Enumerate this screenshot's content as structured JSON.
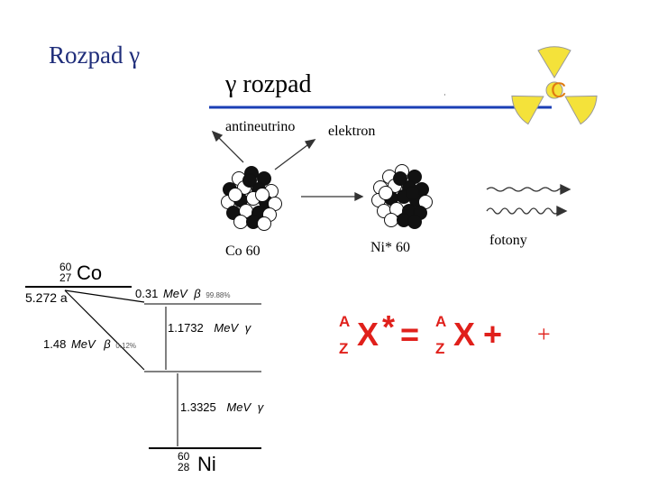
{
  "slide_title": "Rozpad γ",
  "panel_title": "γ rozpad",
  "labels": {
    "antineutrino": "antineutrino",
    "elektron": "elektron",
    "fotony": "fotony",
    "co60": "Co 60",
    "ni60": "Ni* 60"
  },
  "colors": {
    "title_blue": "#1f2d7a",
    "rule_blue": "#1b3fb5",
    "equation_red": "#e0201b",
    "radiation_yellow": "#f4e23a"
  },
  "icons": [
    "radiation-icon",
    "nucleus-icon",
    "photon-wave-icon",
    "arrow-icon"
  ],
  "decay_scheme": {
    "parent_mass": "60",
    "parent_z": "27",
    "parent_symbol": "Co",
    "half_life": "5.272 a",
    "beta1": "0.31",
    "beta1_pct": "99.88%",
    "beta2": "1.48",
    "beta2_pct": "0.12%",
    "gamma1": "1.1732",
    "gamma2": "1.3325",
    "unit": "MeV",
    "beta_sym": "β",
    "gamma_sym": "γ",
    "daughter_mass": "60",
    "daughter_z": "28",
    "daughter_symbol": "Ni"
  },
  "equation": {
    "A": "A",
    "Z": "Z",
    "X": "X",
    "star": "*",
    "equals": "=",
    "plus": "+"
  }
}
